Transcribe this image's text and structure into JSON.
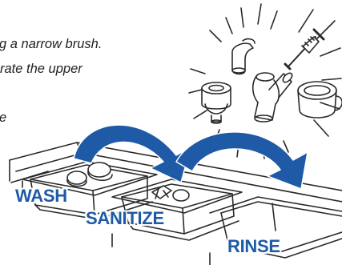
{
  "instructions": {
    "line1": "g a narrow brush.",
    "line2": "rate the upper",
    "line3": "e"
  },
  "stages": {
    "wash": "WASH",
    "sanitize": "SANITIZE",
    "rinse": "RINSE"
  },
  "colors": {
    "label": "#1f5aa6",
    "arrow": "#1f5aa6",
    "line": "#2a2a2a"
  },
  "icons": {
    "sink": "three-compartment-sink",
    "arrow": "curved-arrow",
    "parts": "machine-parts",
    "brush": "brush"
  }
}
